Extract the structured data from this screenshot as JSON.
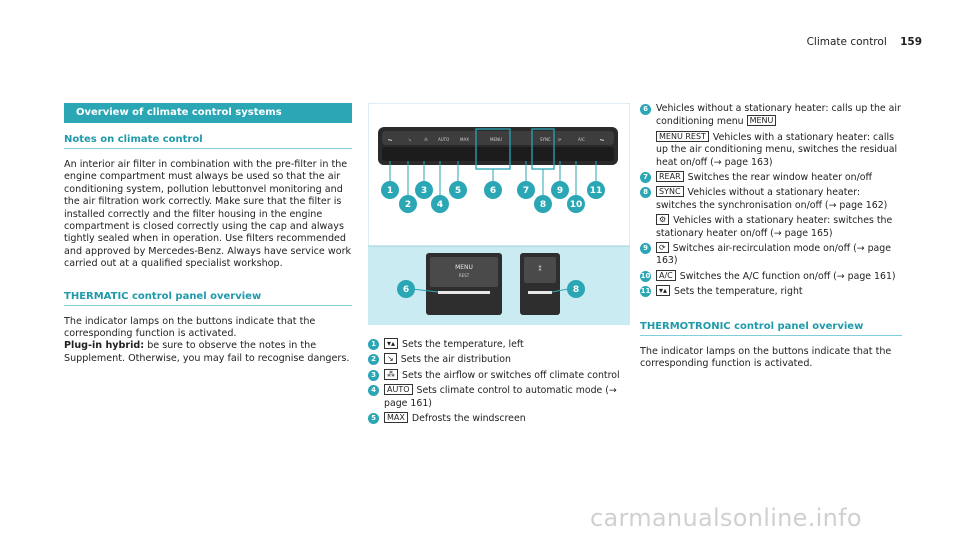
{
  "header": {
    "title": "Climate control",
    "page": "159"
  },
  "col1": {
    "overview_heading": "Overview of climate control systems",
    "notes_heading": "Notes on climate control",
    "notes_text": "An interior air filter in combination with the pre-filter in the engine compartment must always be used so that the air conditioning system, pollution lebuttonvel monitoring and the air filtration work correctly. Make sure that the filter is installed correctly and the filter housing in the engine compartment is closed correctly using the cap and always tightly sealed when in operation. Use filters recommended and approved by Mercedes-Benz. Always have service work carried out at a qualified specialist workshop.",
    "thermatic_heading": "THERMATIC control panel overview",
    "thermatic_text": "The indicator lamps on the buttons indicate that the corresponding function is activated.",
    "plugin_label": "Plug-in hybrid:",
    "plugin_text": " be sure to observe the notes in the Supplement. Otherwise, you may fail to recognise dangers."
  },
  "figure": {
    "top_buttons": [
      "▾▴",
      "",
      "",
      "AUTO",
      "",
      "MENU",
      "SYNC",
      "",
      "A/C",
      "▾▴"
    ],
    "callouts_row1": [
      "1",
      "3",
      "5",
      "6",
      "7",
      "9",
      "11"
    ],
    "callouts_row2": [
      "2",
      "4",
      "8",
      "10"
    ],
    "menu_label": "MENU",
    "rest_label": "REST",
    "callout_left": "6",
    "callout_right": "8"
  },
  "col2": {
    "items": [
      {
        "n": "1",
        "icon": "▾▴",
        "text": "Sets the temperature, left"
      },
      {
        "n": "2",
        "icon": "↘",
        "text": "Sets the air distribution"
      },
      {
        "n": "3",
        "icon": "⁂",
        "text": "Sets the airflow or switches off climate control"
      },
      {
        "n": "4",
        "icon": "AUTO",
        "text": "Sets climate control to automatic mode (→ page 161)"
      },
      {
        "n": "5",
        "icon": "MAX",
        "text": "Defrosts the windscreen"
      }
    ]
  },
  "col3": {
    "items": [
      {
        "n": "6",
        "icon": "MENU",
        "text": "Vehicles without a stationary heater: calls up the air conditioning menu"
      },
      {
        "n": "",
        "icon": "MENU REST",
        "text": "Vehicles with a stationary heater: calls up the air conditioning menu, switches the residual heat on/off (→ page 163)"
      },
      {
        "n": "7",
        "icon": "REAR",
        "text": "Switches the rear window heater on/off"
      },
      {
        "n": "8",
        "icon": "SYNC",
        "text": "Vehicles without a stationary heater: switches the synchronisation on/off (→ page 162)"
      },
      {
        "n": "",
        "icon": "⚙",
        "text": "Vehicles with a stationary heater: switches the stationary heater on/off (→ page 165)"
      },
      {
        "n": "9",
        "icon": "⟳",
        "text": "Switches air-recirculation mode on/off (→ page 163)"
      },
      {
        "n": "10",
        "icon": "A/C",
        "text": "Switches the A/C function on/off (→ page 161)"
      },
      {
        "n": "11",
        "icon": "▾▴",
        "text": "Sets the temperature, right"
      }
    ],
    "thermotronic_heading": "THERMOTRONIC control panel overview",
    "thermotronic_text": "The indicator lamps on the buttons indicate that the corresponding function is activated."
  },
  "watermark": "carmanualsonline.info",
  "colors": {
    "accent": "#2aa6b4",
    "figure_bg": "#c9ebf1"
  }
}
